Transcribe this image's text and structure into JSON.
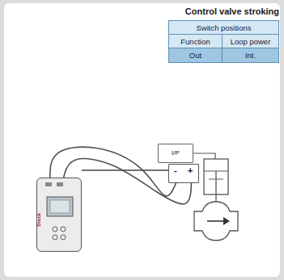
{
  "diagram": {
    "title": "Control valve stroking",
    "nodes": [
      {
        "text": [
          "Druck"
        ]
      },
      {
        "text": [
          "I/P"
        ]
      },
      {
        "text": [
          "-",
          "+"
        ]
      }
    ],
    "edges": [
      {
        "from": 0,
        "to": 2,
        "arrow": "none"
      },
      {
        "from": 0,
        "to": 2,
        "arrow": "none"
      }
    ],
    "labels": [
      "Switch positions",
      "Function",
      "Loop power",
      "Out",
      "Int."
    ]
  }
}
